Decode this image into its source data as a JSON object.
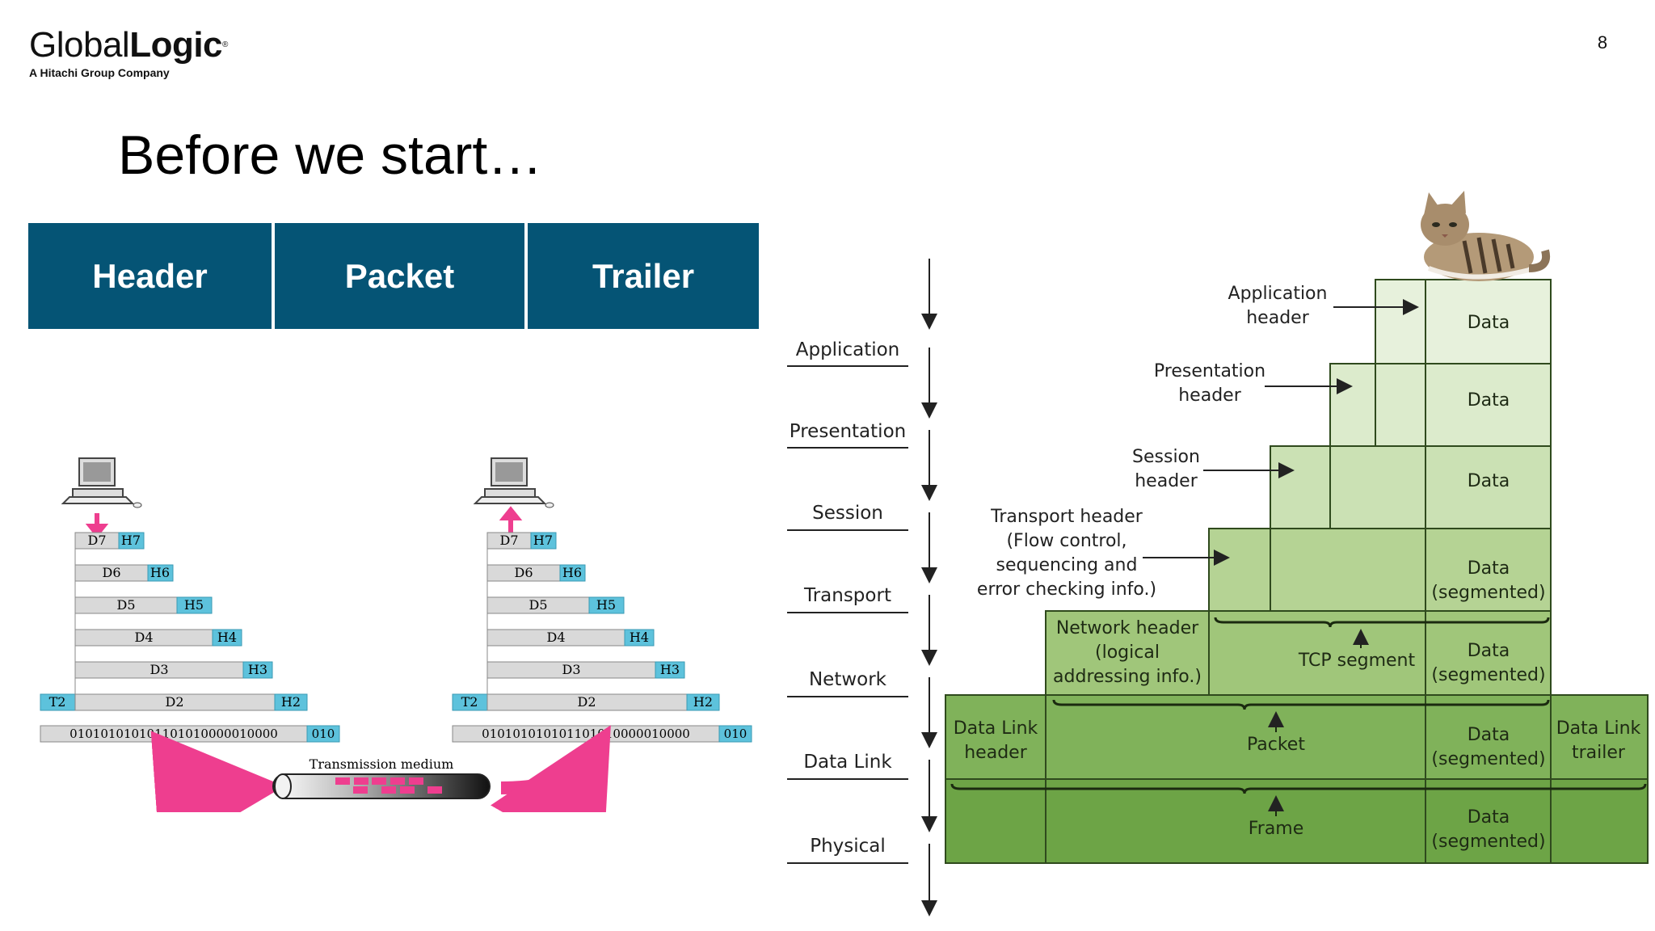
{
  "logo": {
    "brand_light": "Global",
    "brand_bold": "Logic",
    "tagline": "A Hitachi Group Company"
  },
  "page_number": "8",
  "title": "Before we start…",
  "segments": {
    "header": "Header",
    "packet": "Packet",
    "trailer": "Trailer"
  },
  "encap": {
    "levels": [
      {
        "data": "D7",
        "hdr": "H7"
      },
      {
        "data": "D6",
        "hdr": "H6"
      },
      {
        "data": "D5",
        "hdr": "H5"
      },
      {
        "data": "D4",
        "hdr": "H4"
      },
      {
        "data": "D3",
        "hdr": "H3"
      },
      {
        "data": "D2",
        "hdr": "H2",
        "trl": "T2"
      }
    ],
    "bits": "010101010101101010000010000",
    "bits_tail": "010",
    "medium": "Transmission medium"
  },
  "osi": {
    "layers": [
      "Application",
      "Presentation",
      "Session",
      "Transport",
      "Network",
      "Data Link",
      "Physical"
    ],
    "headers": {
      "app": [
        "Application",
        "header"
      ],
      "pres": [
        "Presentation",
        "header"
      ],
      "sess": [
        "Session",
        "header"
      ],
      "trans": [
        "Transport header",
        "(Flow control,",
        "sequencing and",
        "error checking info.)"
      ]
    },
    "data": "Data",
    "segmented": "(segmented)",
    "network_header": [
      "Network header",
      "(logical",
      "addressing info.)"
    ],
    "tcp_segment": "TCP segment",
    "dl_header": [
      "Data Link",
      "header"
    ],
    "packet": "Packet",
    "dl_trailer": [
      "Data Link",
      "trailer"
    ],
    "frame": "Frame"
  }
}
